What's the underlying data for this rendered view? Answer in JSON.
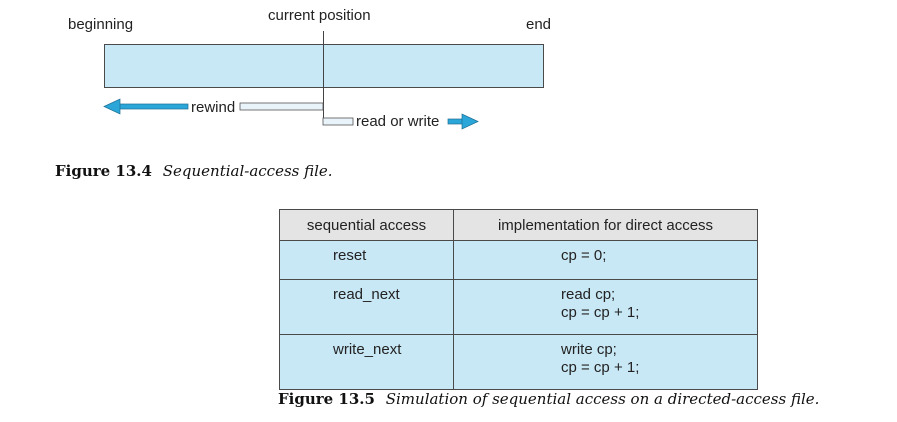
{
  "figure_13_4": {
    "labels": {
      "beginning": "beginning",
      "current_position": "current position",
      "end": "end",
      "rewind": "rewind",
      "read_or_write": "read or write"
    },
    "caption_number": "Figure 13.4",
    "caption_text": "Sequential-access file.",
    "colors": {
      "file_fill": "#c9e8f6",
      "arrow_fill": "#2aa6d8",
      "outline": "#4a4a4a"
    }
  },
  "figure_13_5": {
    "headers": [
      "sequential access",
      "implementation for direct access"
    ],
    "rows": [
      {
        "operation": "reset",
        "implementation": [
          "cp = 0;"
        ]
      },
      {
        "operation": "read_next",
        "implementation": [
          "read cp;",
          "cp = cp + 1;"
        ]
      },
      {
        "operation": "write_next",
        "implementation": [
          "write cp;",
          "cp = cp + 1;"
        ]
      }
    ],
    "caption_number": "Figure 13.5",
    "caption_text": "Simulation of sequential access on a directed-access file.",
    "colors": {
      "header_fill": "#e4e4e4",
      "cell_fill": "#c9e8f6"
    }
  }
}
